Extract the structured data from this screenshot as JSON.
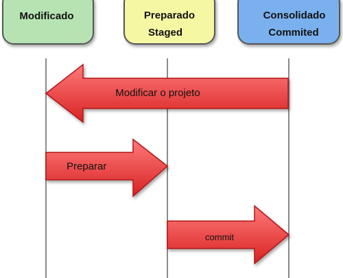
{
  "states": [
    {
      "id": "modified",
      "lines": [
        "Modificado"
      ],
      "fill": "#b7e3b3",
      "stroke": "#555555"
    },
    {
      "id": "staged",
      "lines": [
        "Preparado",
        "Staged"
      ],
      "fill": "#f6f7a3",
      "stroke": "#555555"
    },
    {
      "id": "committed",
      "lines": [
        "Consolidado",
        "Commited"
      ],
      "fill": "#7ab0ee",
      "stroke": "#555555"
    }
  ],
  "arrows": [
    {
      "id": "modify",
      "label": "Modificar o projeto",
      "from": "committed",
      "to": "modified"
    },
    {
      "id": "stage",
      "label": "Preparar",
      "from": "modified",
      "to": "staged"
    },
    {
      "id": "commit",
      "label": "commit",
      "from": "staged",
      "to": "committed"
    }
  ],
  "colors": {
    "arrow_fill_top": "#ff7a7a",
    "arrow_fill_bottom": "#d82222",
    "arrow_stroke": "#b01818",
    "lifeline": "#8a8a8a"
  }
}
